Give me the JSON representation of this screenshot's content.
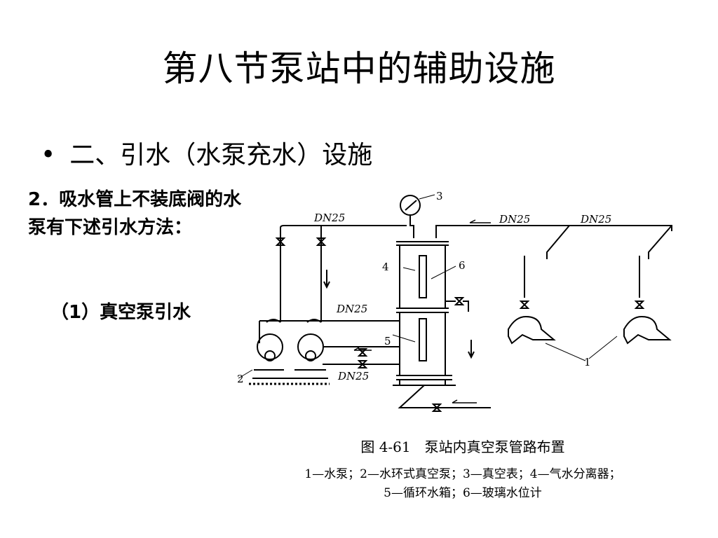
{
  "slide": {
    "title": "第八节泵站中的辅助设施",
    "bullet": "二、引水（水泵充水）设施",
    "body": "2．吸水管上不装底阀的水泵有下述引水方法：",
    "sub": "（1）真空泵引水"
  },
  "figure": {
    "labels": {
      "dn_top_left": "DN25",
      "dn_top_mid": "DN25",
      "dn_top_right": "DN25",
      "dn_mid": "DN25",
      "dn_bottom": "DN25",
      "n1": "1",
      "n2": "2",
      "n3": "3",
      "n4": "4",
      "n5": "5",
      "n6": "6"
    },
    "caption": "图 4-61　泵站内真空泵管路布置",
    "legend_line1": "1—水泵；2—水环式真空泵；3—真空表；4—气水分离器；",
    "legend_line2": "5—循环水箱；6—玻璃水位计"
  }
}
